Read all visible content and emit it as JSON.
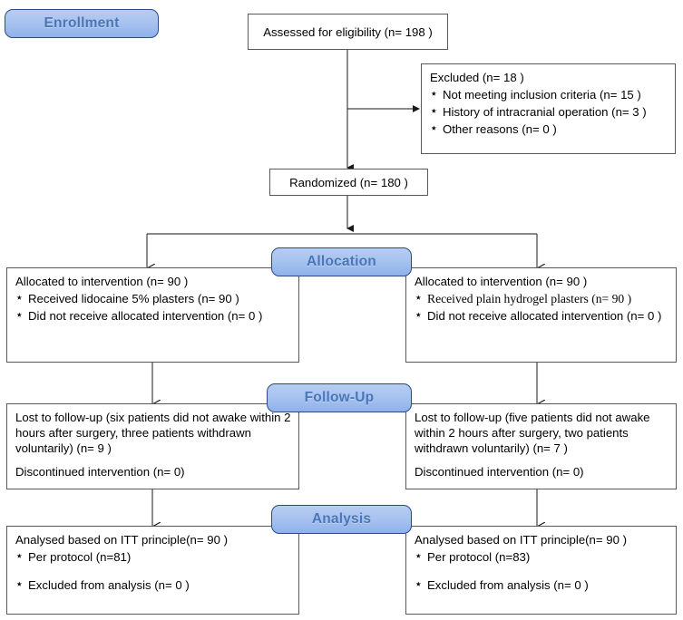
{
  "diagram": {
    "title": "CONSORT participant flow diagram",
    "accent_blue": "#8fb2ea",
    "stage_text_color": "#4a76b8",
    "line_color": "#404040"
  },
  "stages": {
    "enrollment": "Enrollment",
    "allocation": "Allocation",
    "followup": "Follow-Up",
    "analysis": "Analysis"
  },
  "enrollment": {
    "assessed": "Assessed for eligibility (n= 198 )",
    "excluded_title": "Excluded  (n= 18 )",
    "excluded_items": [
      "Not meeting inclusion criteria (n= 15 )",
      "History of intracranial operation (n= 3 )",
      "Other reasons (n= 0 )"
    ],
    "randomized": "Randomized (n= 180 )"
  },
  "allocation": {
    "left": {
      "title": "Allocated to intervention (n= 90 )",
      "items": [
        "Received lidocaine 5% plasters (n= 90 )",
        "Did not receive allocated intervention (n= 0 )"
      ]
    },
    "right": {
      "title": "Allocated to intervention (n= 90 )",
      "items": [
        "Received plain hydrogel plasters (n= 90 )",
        "Did not receive allocated intervention (n= 0 )"
      ]
    }
  },
  "followup": {
    "left": {
      "lost": "Lost to follow-up (six patients did not awake within 2 hours after surgery, three patients withdrawn voluntarily) (n= 9 )",
      "discontinued": "Discontinued intervention (n= 0)"
    },
    "right": {
      "lost": "Lost to follow-up (five patients did not awake within 2 hours after surgery, two patients withdrawn voluntarily) (n= 7 )",
      "discontinued": "Discontinued intervention (n= 0)"
    }
  },
  "analysis": {
    "left": {
      "title": "Analysed  based on ITT principle(n= 90 )",
      "items": [
        "Per protocol (n=81)",
        "Excluded from analysis (n= 0 )"
      ]
    },
    "right": {
      "title": "Analysed  based on ITT principle(n= 90 )",
      "items": [
        "Per protocol (n=83)",
        "Excluded from analysis (n= 0 )"
      ]
    }
  }
}
